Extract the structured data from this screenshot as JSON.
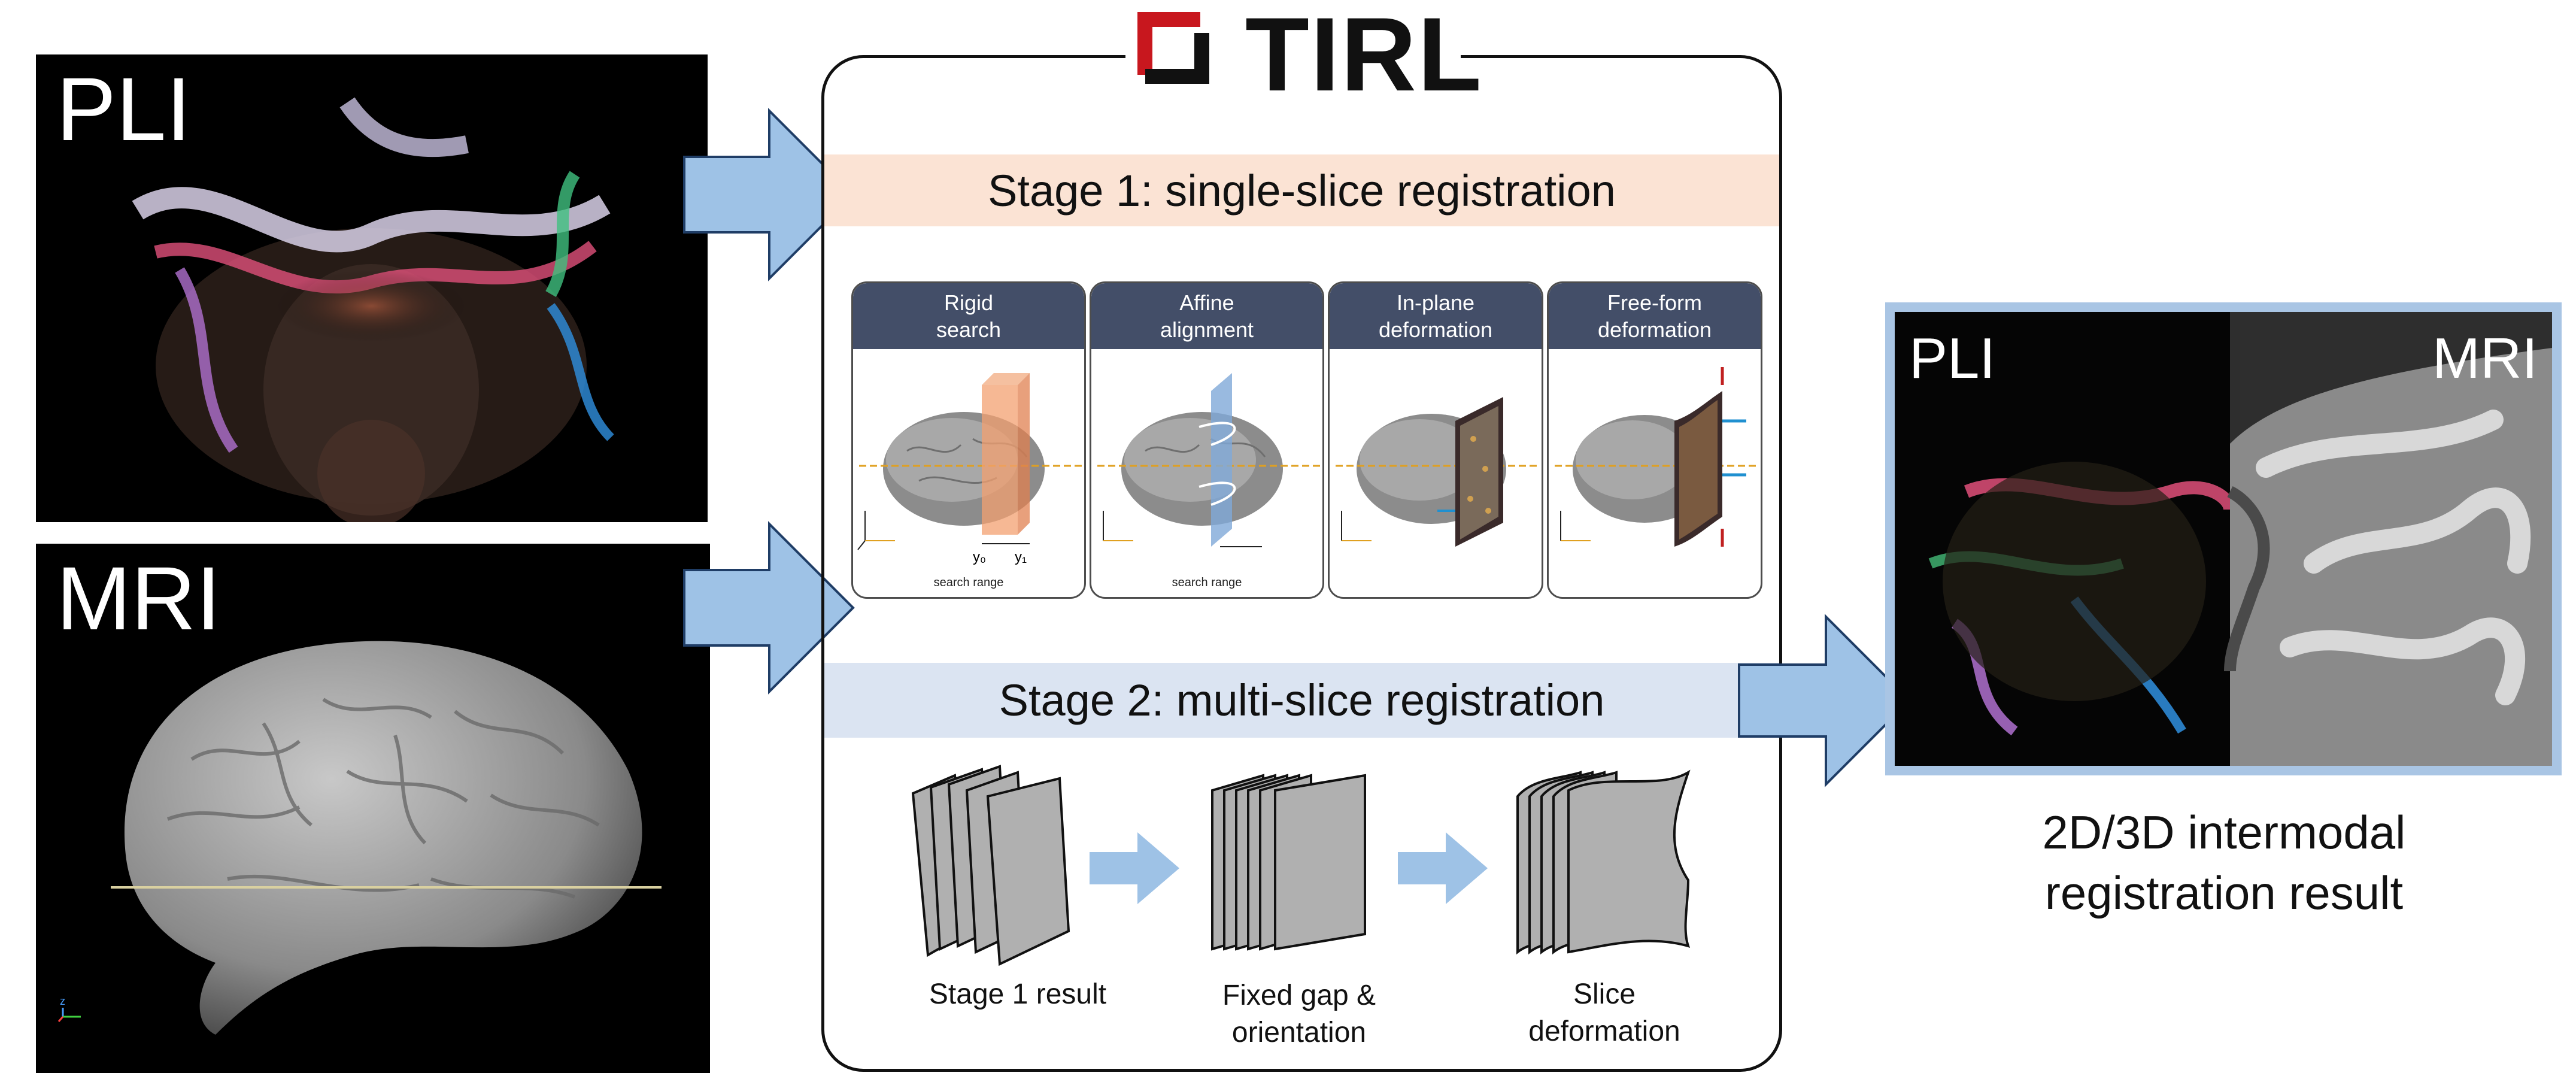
{
  "logo": {
    "text": "TIRL"
  },
  "inputs": {
    "pli_label": "PLI",
    "mri_label": "MRI"
  },
  "stage1": {
    "title": "Stage 1: single-slice registration",
    "steps": [
      {
        "title_line1": "Rigid",
        "title_line2": "search",
        "caption": "search range"
      },
      {
        "title_line1": "Affine",
        "title_line2": "alignment",
        "caption": "search range"
      },
      {
        "title_line1": "In-plane",
        "title_line2": "deformation",
        "caption": ""
      },
      {
        "title_line1": "Free-form",
        "title_line2": "deformation",
        "caption": ""
      }
    ]
  },
  "stage2": {
    "title": "Stage 2: multi-slice registration",
    "items": [
      {
        "line1": "Stage 1 result",
        "line2": ""
      },
      {
        "line1": "Fixed gap &",
        "line2": "orientation"
      },
      {
        "line1": "Slice",
        "line2": "deformation"
      }
    ]
  },
  "result": {
    "left_label": "PLI",
    "right_label": "MRI",
    "caption_line1": "2D/3D intermodal",
    "caption_line2": "registration result"
  },
  "colors": {
    "arrow_fill": "#9ec2e6",
    "arrow_stroke": "#1f3d66",
    "stage1_band": "#fbe3d4",
    "stage2_band": "#dbe4f2",
    "step_header": "#434e68",
    "logo_red": "#c8171e",
    "result_border": "#a9c5e4"
  },
  "icons": [
    "pli-image",
    "mri-brain-surface",
    "brain-icon",
    "slice-stack-icon"
  ]
}
